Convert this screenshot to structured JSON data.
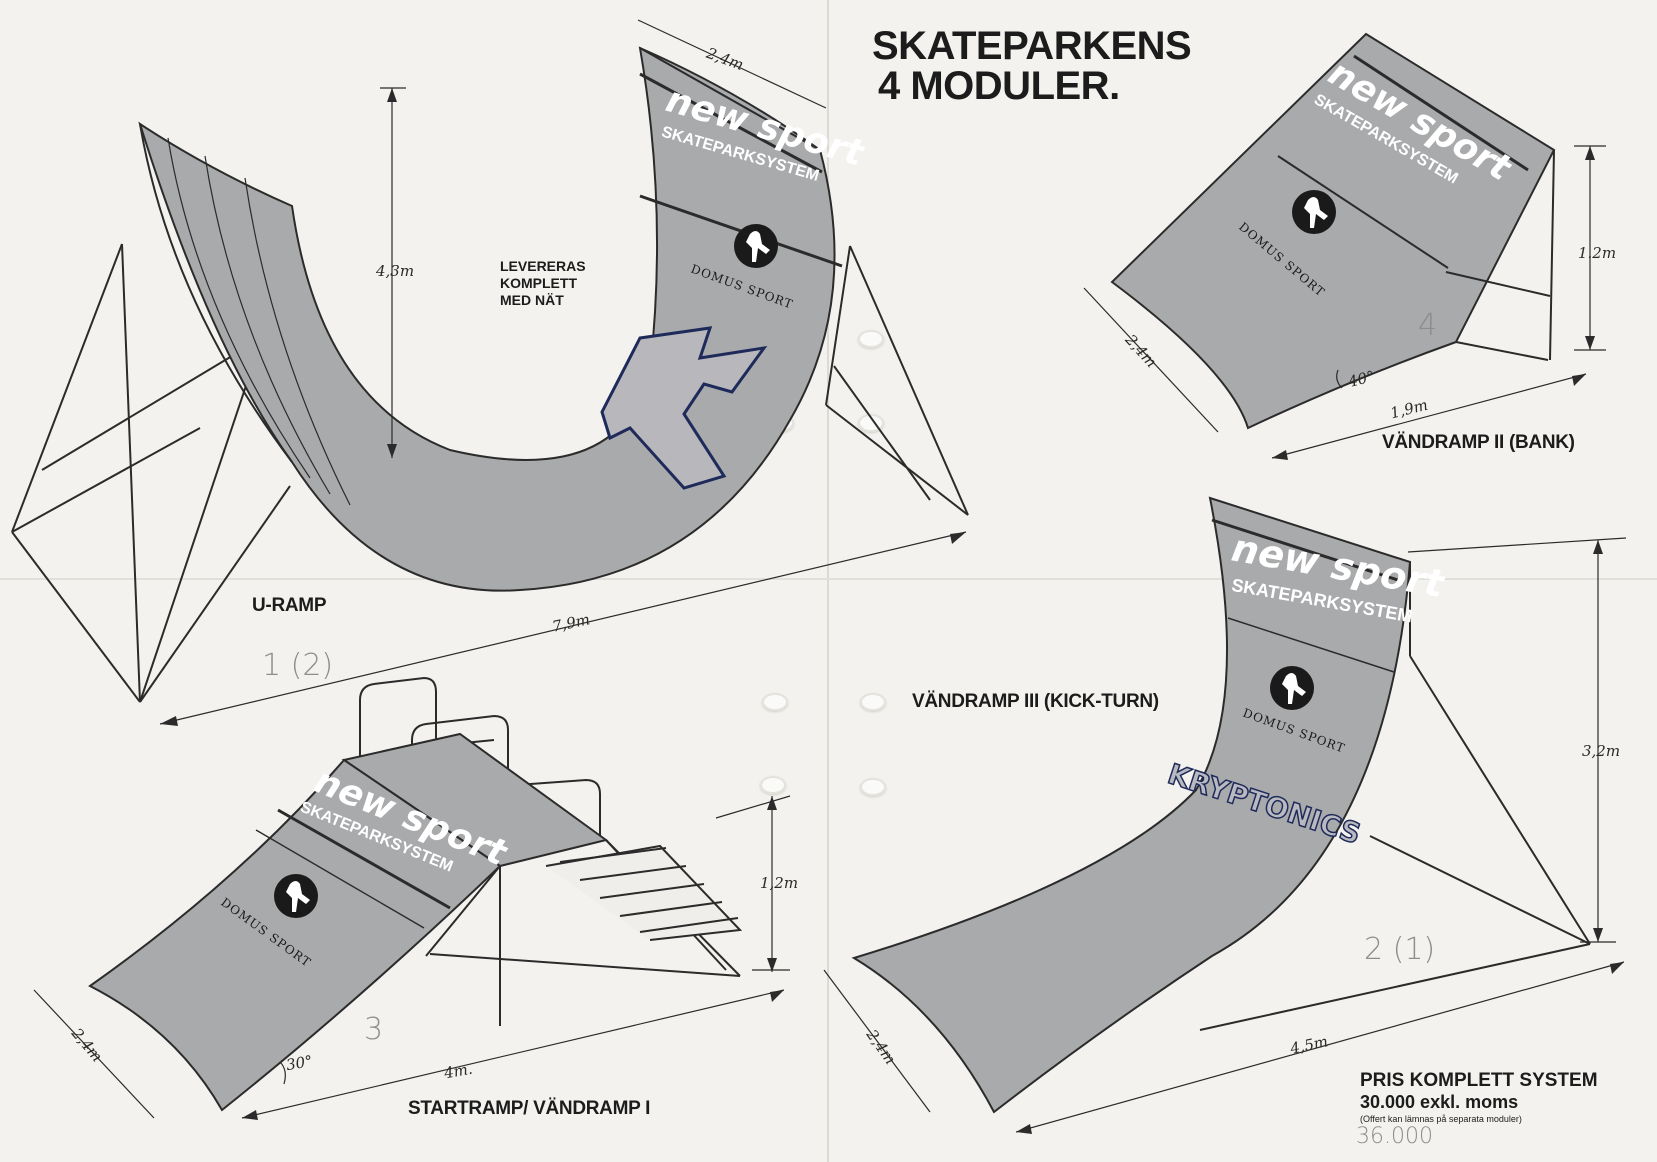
{
  "title": {
    "line1": "SKATEPARKENS",
    "line2": "4 MODULER."
  },
  "modules": {
    "u_ramp": {
      "caption": "U-RAMP",
      "note_lines": [
        "LEVERERAS",
        "KOMPLETT",
        "MED NÄT"
      ],
      "dims": {
        "height": "4,3m",
        "width": "2,4m",
        "length": "7,9m"
      },
      "handwritten": "1 (2)"
    },
    "bank": {
      "caption": "VÄNDRAMP II (BANK)",
      "dims": {
        "height": "1.2m",
        "width": "2,4m",
        "length": "1,9m",
        "angle": "40°"
      },
      "handwritten": "4"
    },
    "start": {
      "caption": "STARTRAMP/ VÄNDRAMP I",
      "dims": {
        "height": "1,2m",
        "width": "2,4m",
        "length": "4m.",
        "angle": "30°"
      },
      "handwritten": "3"
    },
    "kick": {
      "caption": "VÄNDRAMP III (KICK-TURN)",
      "dims": {
        "height": "3,2m",
        "width": "2,4m",
        "length": "4,5m"
      },
      "handwritten": "2 (1)",
      "graffiti": "KRYPTONICS"
    }
  },
  "logo": {
    "brand": "new sport",
    "sub": "SKATEPARKSYSTEM",
    "maker": "DOMUS SPORT"
  },
  "price": {
    "line1": "PRIS KOMPLETT SYSTEM",
    "line2": "30.000 exkl. moms",
    "line3": "(Offert kan lämnas på separata moduler)",
    "handwritten": "36.000"
  },
  "colors": {
    "ramp_fill": "#a9aaac",
    "ramp_edge": "#2b2b2b",
    "paper": "#f3f2ee"
  }
}
